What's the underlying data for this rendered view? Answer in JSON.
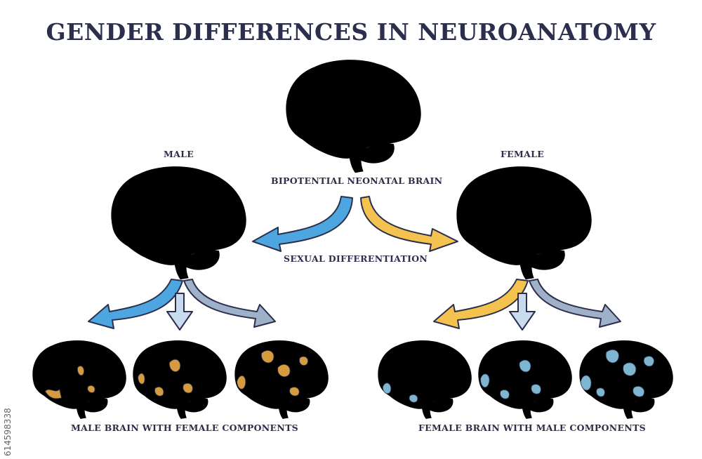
{
  "title": "GENDER DIFFERENCES IN NEUROANATOMY",
  "labels": {
    "male": "MALE",
    "female": "FEMALE",
    "neonatal": "BIPOTENTIAL NEONATAL BRAIN",
    "differentiation": "SEXUAL DIFFERENTIATION",
    "male_variants": "MALE BRAIN WITH FEMALE COMPONENTS",
    "female_variants": "FEMALE BRAIN WITH MALE COMPONENTS"
  },
  "watermark": "614598338",
  "colors": {
    "outline": "#2b2e4c",
    "neonatal_fill": "#f0a8aa",
    "male_fill": "#7cc4ee",
    "female_fill": "#f4c25c",
    "male_arrow": "#4da6e0",
    "female_arrow": "#f3c24f",
    "light_arrow": "#c9dcef",
    "grey_arrow": "#9fb0c9",
    "male_patch": "#d69a3f",
    "female_patch": "#7fb6cf"
  }
}
